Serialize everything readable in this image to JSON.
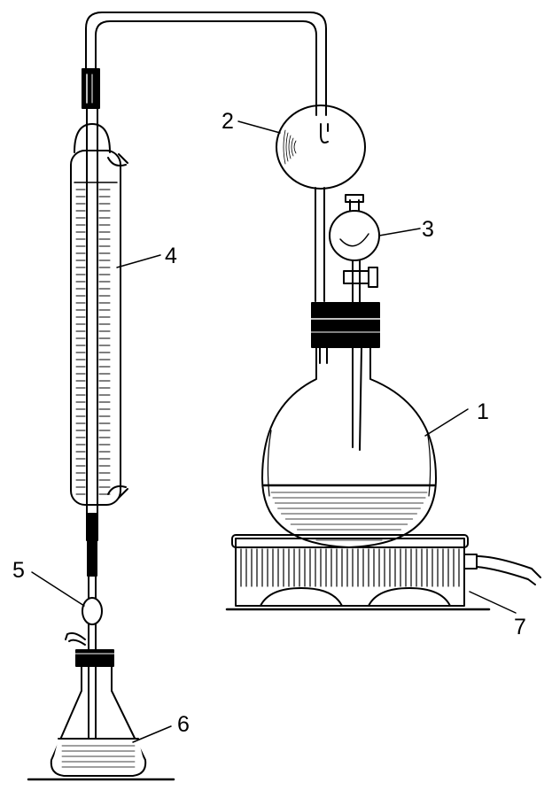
{
  "diagram": {
    "labels": [
      {
        "id": "flask",
        "text": "1"
      },
      {
        "id": "safety-bulb",
        "text": "2"
      },
      {
        "id": "dropping-funnel",
        "text": "3"
      },
      {
        "id": "condenser",
        "text": "4"
      },
      {
        "id": "adapter-bulb",
        "text": "5"
      },
      {
        "id": "receiver",
        "text": "6"
      },
      {
        "id": "heater",
        "text": "7"
      }
    ]
  },
  "colors": {
    "ink": "#000000",
    "paper": "#ffffff",
    "rubber": "#111111"
  }
}
